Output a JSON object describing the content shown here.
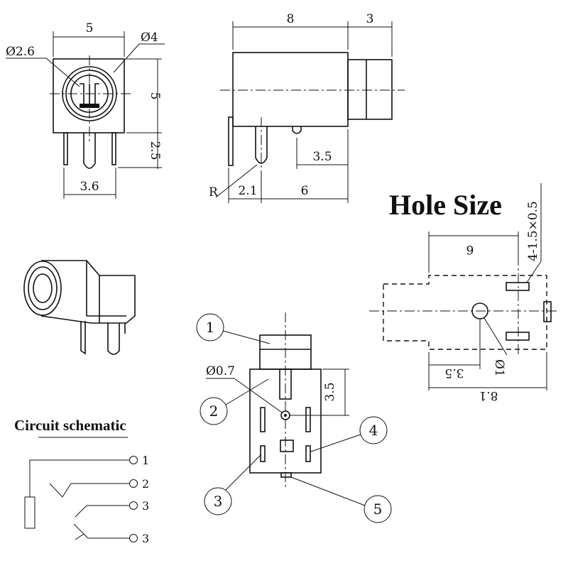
{
  "front_view": {
    "dim_width": "5",
    "dim_hole_small": "Ø2.6",
    "dim_hole_large": "Ø4",
    "dim_height": "5",
    "dim_pin_length": "2.5",
    "dim_pin_spacing": "3.6"
  },
  "side_view": {
    "dim_body": "8",
    "dim_nose": "3",
    "dim_pin_offset": "3.5",
    "dim_radius": "R",
    "dim_front_pin": "2.1",
    "dim_rear_span": "6"
  },
  "hole_size": {
    "title": "Hole Size",
    "dim_slots": "4-1.5×0.5",
    "dim_top": "6",
    "dim_bottom_small": "3.5",
    "dim_bottom_large": "8.1",
    "dim_hole": "Ø1"
  },
  "bottom_view": {
    "callouts": [
      "1",
      "2",
      "3",
      "4",
      "5"
    ],
    "dim_small_hole": "Ø0.7",
    "dim_offset": "3.5"
  },
  "schematic": {
    "title": "Circuit schematic",
    "pins": [
      "1",
      "2",
      "3",
      "3"
    ]
  }
}
